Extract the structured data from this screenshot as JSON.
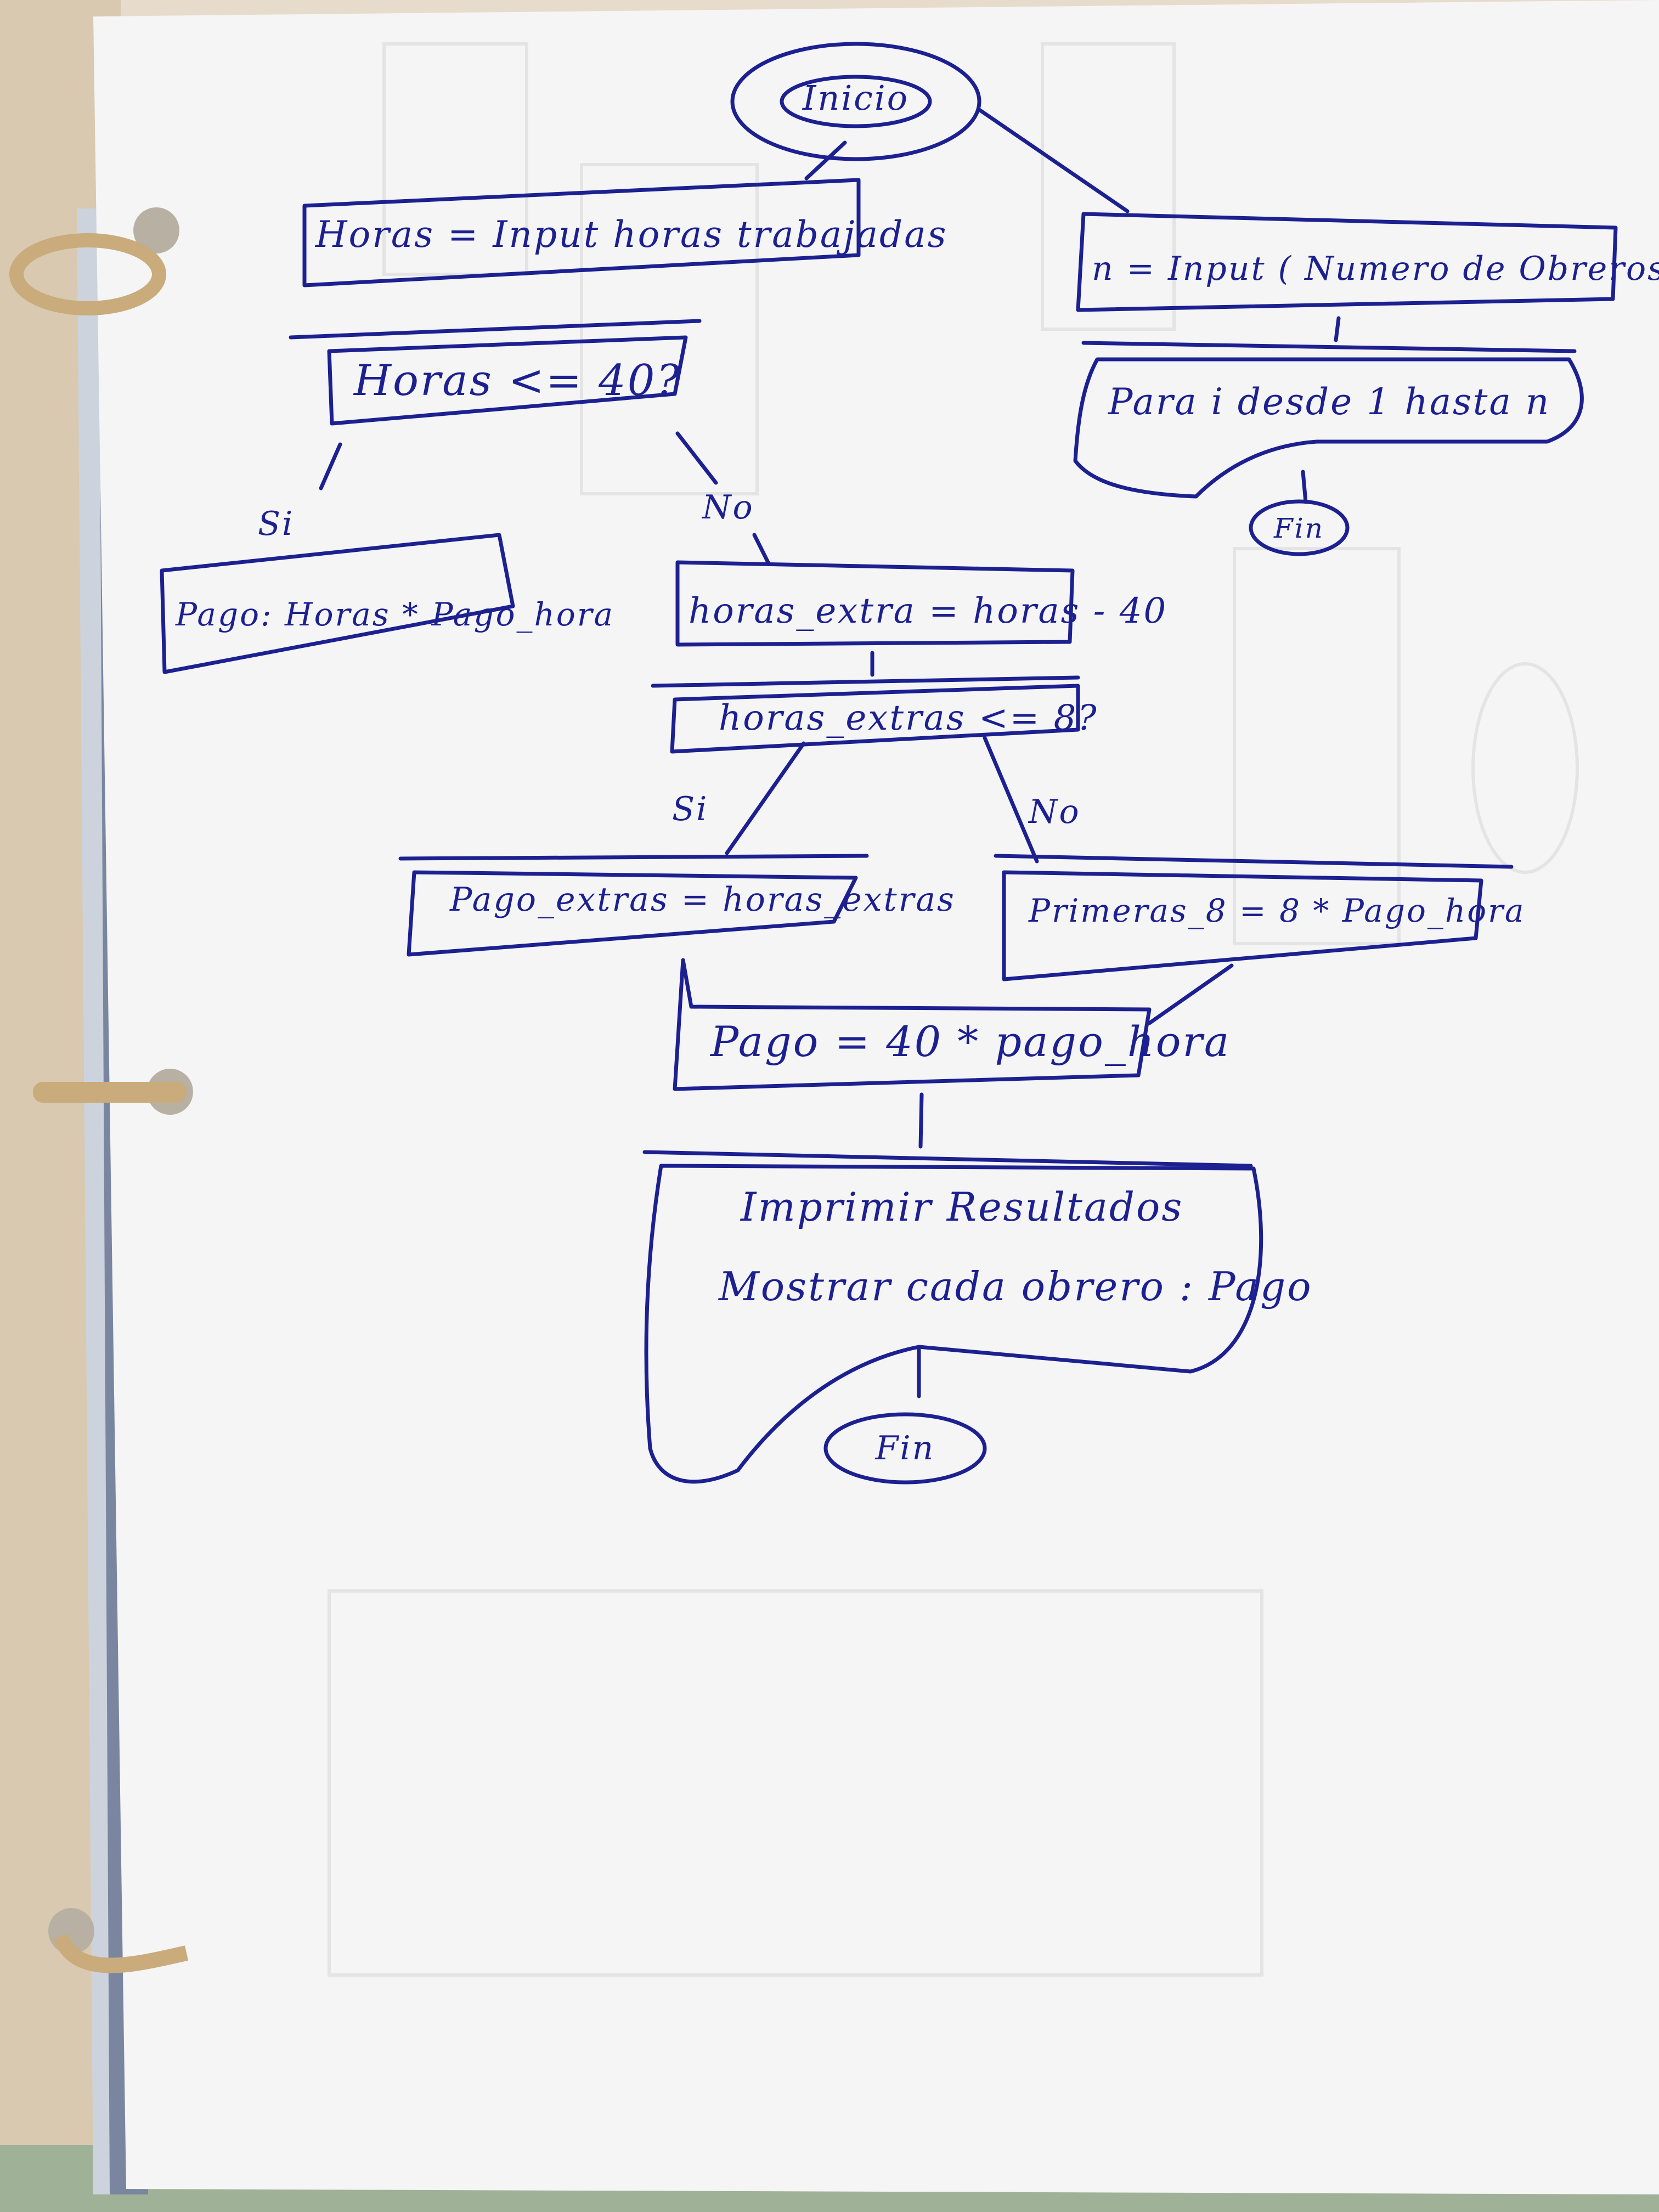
{
  "colors": {
    "ink": "#1c2090",
    "paper": "#f4f5f4",
    "background": "#e7dccb",
    "ring": "#c9ab7c"
  },
  "flowchart": {
    "start": "Inicio",
    "read_hours": "Horas = Input horas trabajadas",
    "decision_hours": "Horas <= 40?",
    "yes_label_1": "Si",
    "no_label_1": "No",
    "pay_regular": "Pago: Horas * Pago_hora",
    "extra_hours": "horas_extra = horas - 40",
    "decision_extra": "horas_extras <= 8?",
    "yes_label_2": "Si",
    "no_label_2": "No",
    "pay_extra": "Pago_extras = horas_extras",
    "first_eight": "Primeras_8 = 8 * Pago_hora",
    "pay_forty": "Pago = 40 * pago_hora",
    "print_line_1": "Imprimir Resultados",
    "print_line_2": "Mostrar cada obrero : Pago",
    "end_bottom": "Fin",
    "read_workers": "n = Input ( Numero de Obreros )",
    "loop": "Para i desde 1 hasta n",
    "end_right": "Fin"
  }
}
